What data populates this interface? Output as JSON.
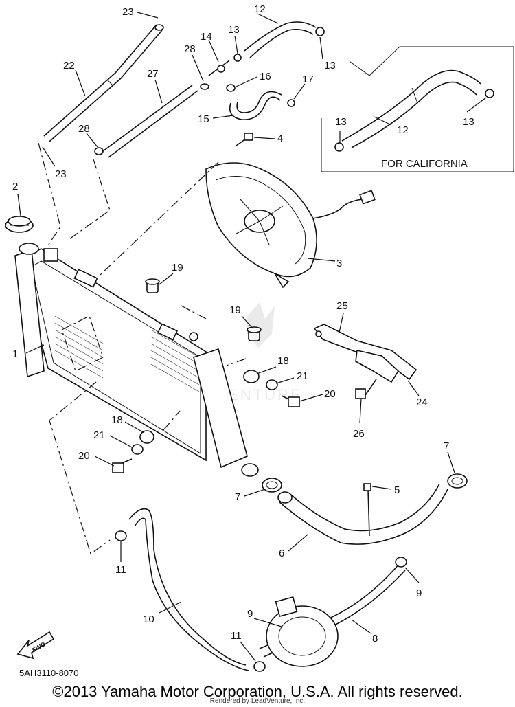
{
  "diagram": {
    "inset_label": "FOR CALIFORNIA",
    "fwd_label": "FWD",
    "watermark": "LEADVENTURE",
    "part_code": "5AH3110-8070",
    "callouts": [
      {
        "id": "c23a",
        "text": "23"
      },
      {
        "id": "c12a",
        "text": "12"
      },
      {
        "id": "c13a",
        "text": "13"
      },
      {
        "id": "c14",
        "text": "14"
      },
      {
        "id": "c28a",
        "text": "28"
      },
      {
        "id": "c13b",
        "text": "13"
      },
      {
        "id": "c22",
        "text": "22"
      },
      {
        "id": "c27",
        "text": "27"
      },
      {
        "id": "c16",
        "text": "16"
      },
      {
        "id": "c17",
        "text": "17"
      },
      {
        "id": "c15",
        "text": "15"
      },
      {
        "id": "c28b",
        "text": "28"
      },
      {
        "id": "c23b",
        "text": "23"
      },
      {
        "id": "c4",
        "text": "4"
      },
      {
        "id": "c13c",
        "text": "13"
      },
      {
        "id": "c12b",
        "text": "12"
      },
      {
        "id": "c13d",
        "text": "13"
      },
      {
        "id": "c2",
        "text": "2"
      },
      {
        "id": "c3",
        "text": "3"
      },
      {
        "id": "c19a",
        "text": "19"
      },
      {
        "id": "c1",
        "text": "1"
      },
      {
        "id": "c19b",
        "text": "19"
      },
      {
        "id": "c25",
        "text": "25"
      },
      {
        "id": "c18a",
        "text": "18"
      },
      {
        "id": "c21a",
        "text": "21"
      },
      {
        "id": "c20a",
        "text": "20"
      },
      {
        "id": "c24",
        "text": "24"
      },
      {
        "id": "c26",
        "text": "26"
      },
      {
        "id": "c18b",
        "text": "18"
      },
      {
        "id": "c21b",
        "text": "21"
      },
      {
        "id": "c20b",
        "text": "20"
      },
      {
        "id": "c7a",
        "text": "7"
      },
      {
        "id": "c7b",
        "text": "7"
      },
      {
        "id": "c5",
        "text": "5"
      },
      {
        "id": "c6",
        "text": "6"
      },
      {
        "id": "c11a",
        "text": "11"
      },
      {
        "id": "c9a",
        "text": "9"
      },
      {
        "id": "c10",
        "text": "10"
      },
      {
        "id": "c9b",
        "text": "9"
      },
      {
        "id": "c8",
        "text": "8"
      },
      {
        "id": "c11b",
        "text": "11"
      }
    ]
  },
  "footer": {
    "copyright": "©2013 Yamaha Motor Corporation, U.S.A. All rights reserved.",
    "rendered_by": "Rendered by LeadVenture, Inc."
  }
}
